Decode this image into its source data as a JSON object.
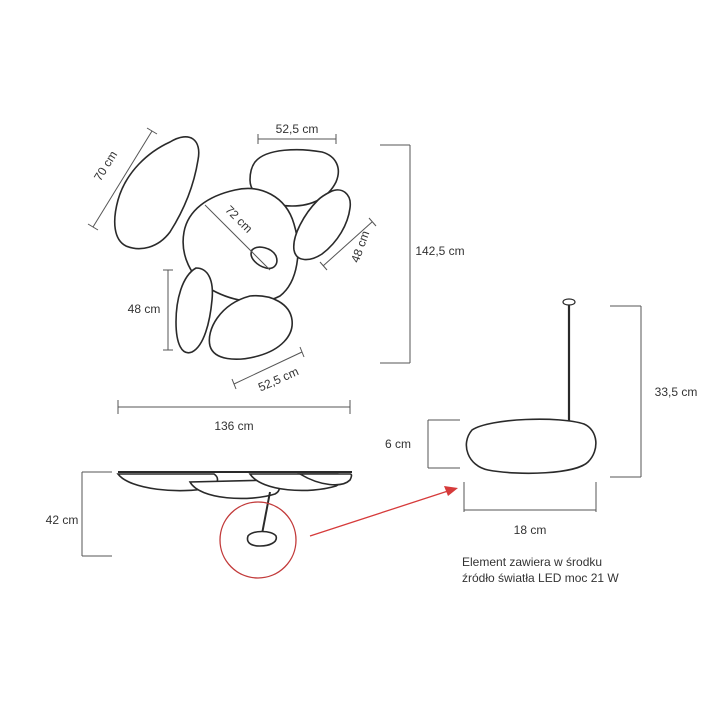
{
  "dimensions": {
    "top_left_height": "70 cm",
    "top_width": "52,5 cm",
    "center_diameter": "72 cm",
    "right_height": "48 cm",
    "left_height": "48 cm",
    "bottom_width": "52,5 cm",
    "total_height": "142,5 cm",
    "total_width": "136 cm",
    "side_height": "42 cm",
    "element_height": "6 cm",
    "element_width": "18 cm",
    "element_drop": "33,5 cm"
  },
  "note": {
    "line1": "Element zawiera w środku",
    "line2": "źródło światła LED moc 21 W"
  },
  "colors": {
    "outline": "#2a2a2a",
    "dimension": "#555555",
    "highlight": "#d63a3a"
  }
}
